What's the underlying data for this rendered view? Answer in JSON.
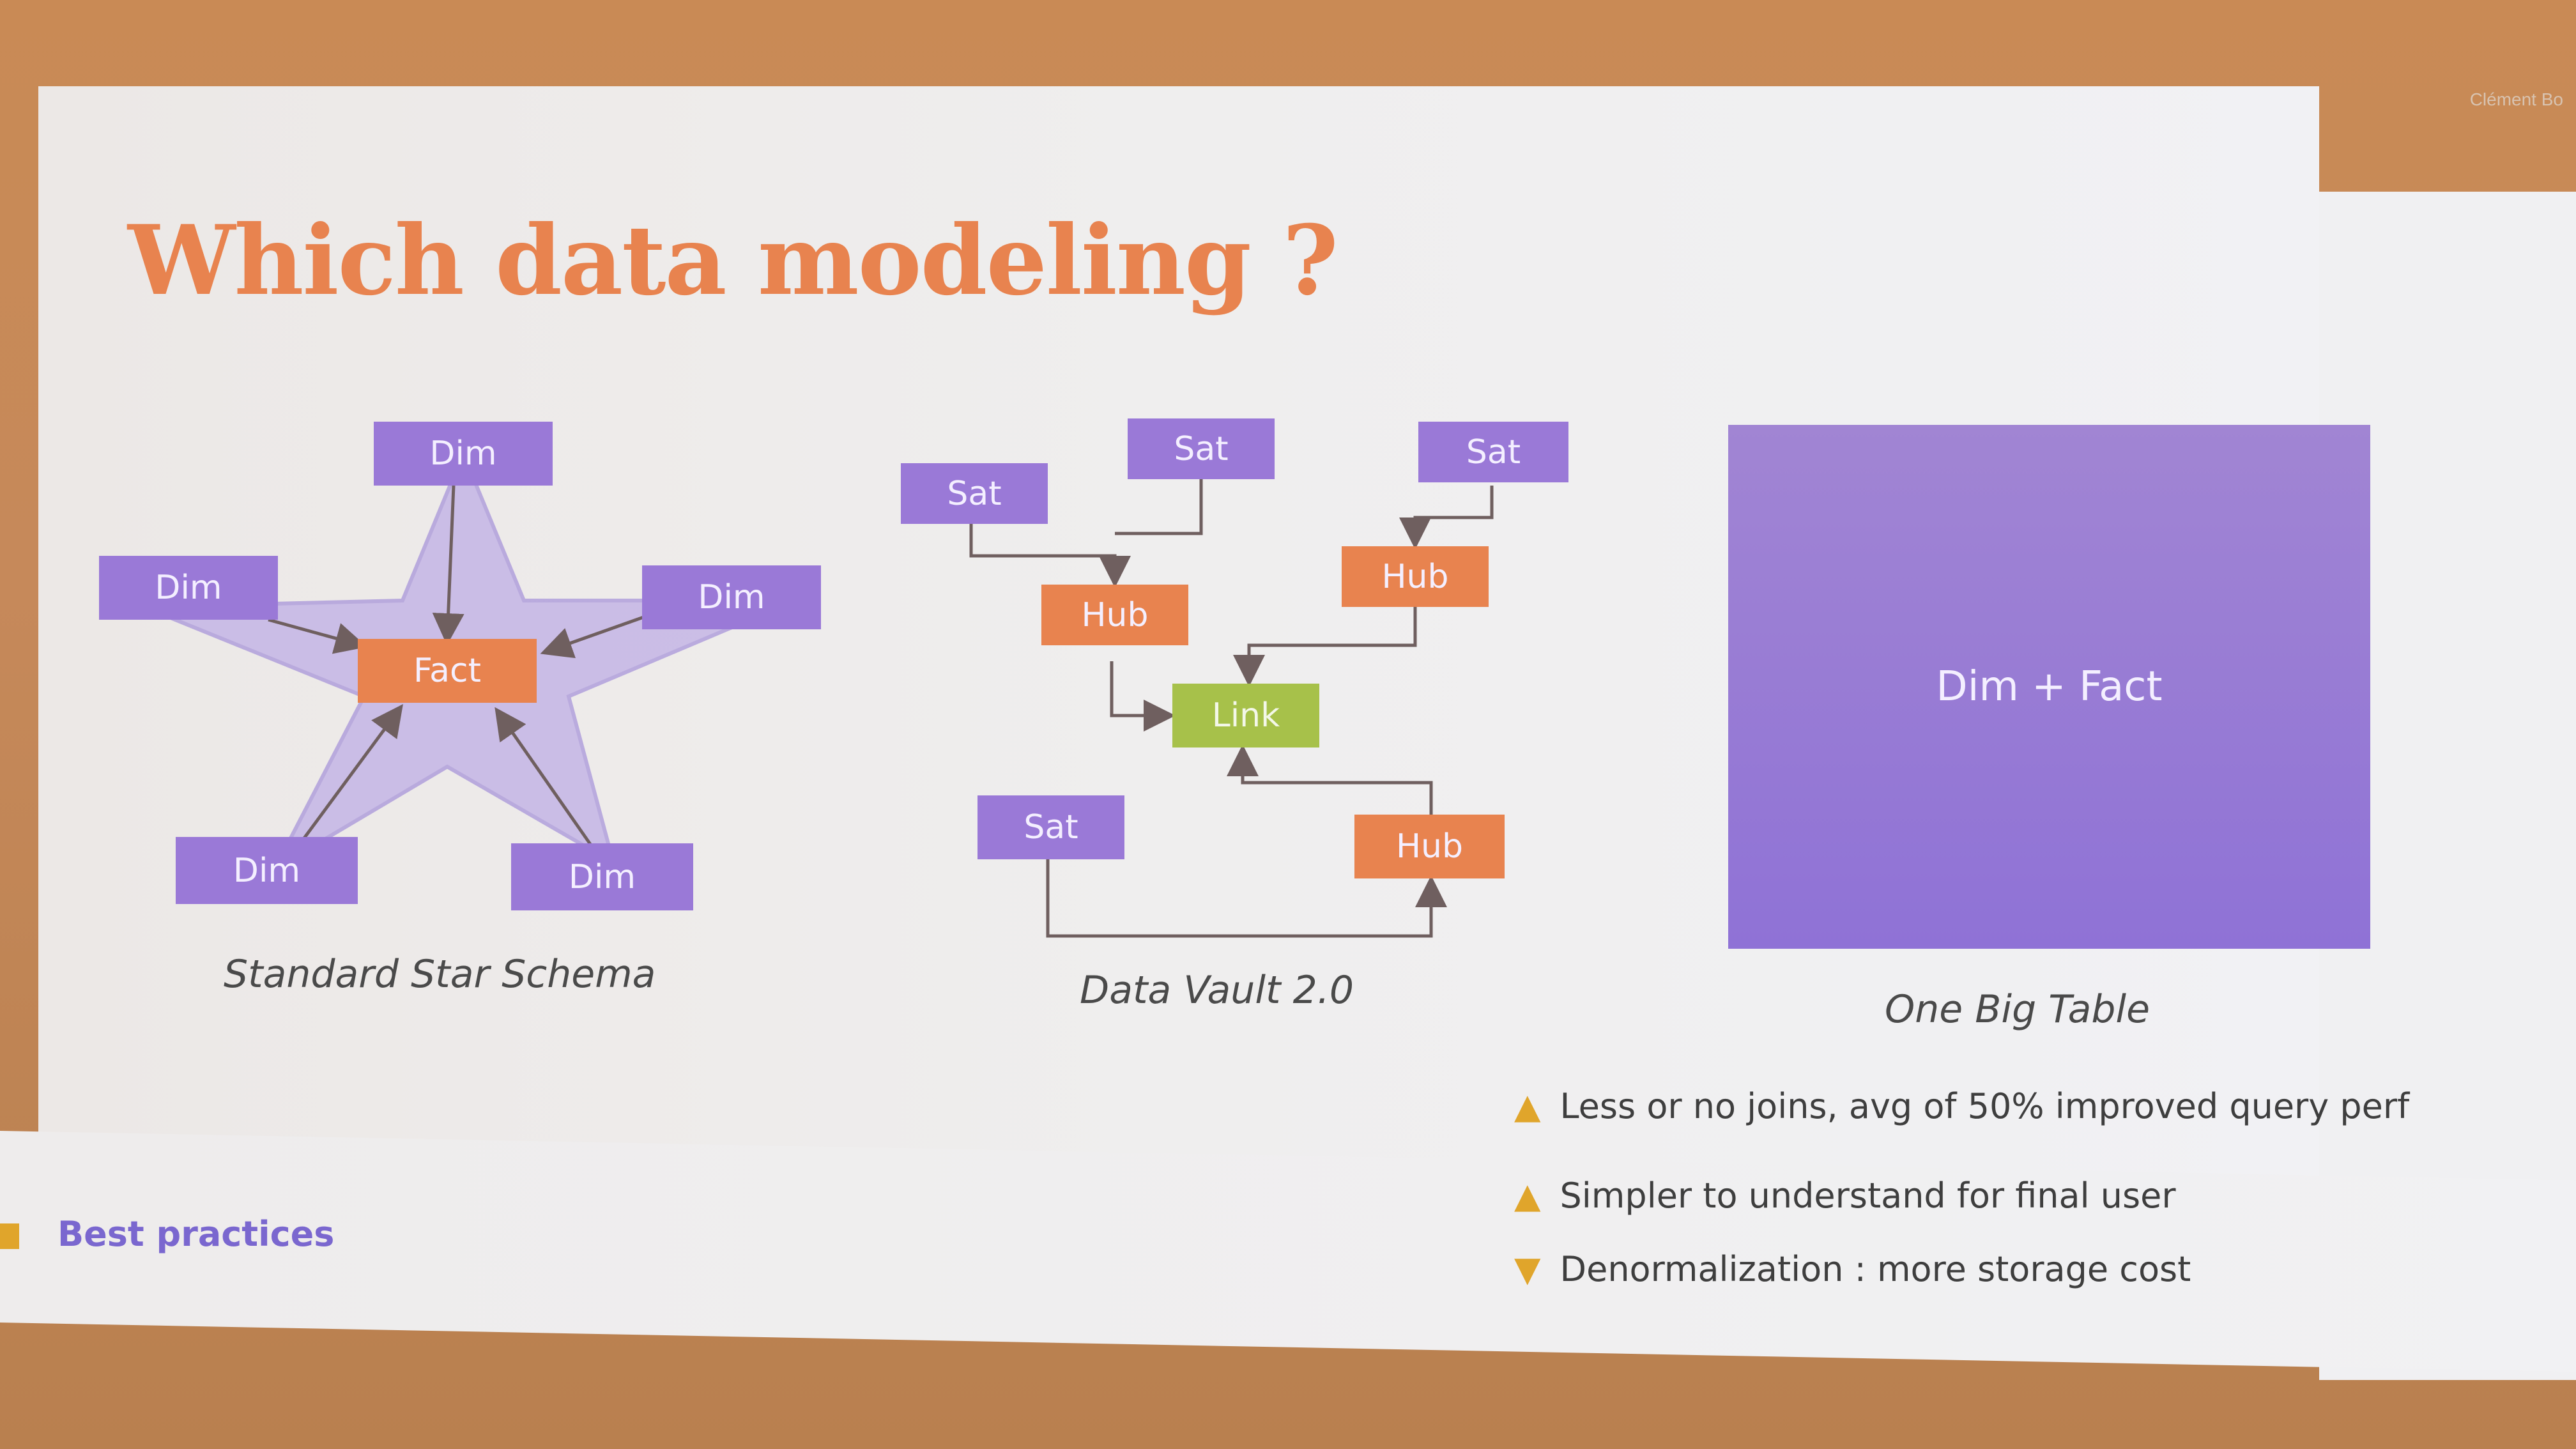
{
  "presenter": "Clément Bo",
  "slide": {
    "title": "Which data modeling ?",
    "star_schema": {
      "center": "Fact",
      "dims": [
        "Dim",
        "Dim",
        "Dim",
        "Dim",
        "Dim"
      ],
      "caption": "Standard Star Schema"
    },
    "data_vault": {
      "sats": [
        "Sat",
        "Sat",
        "Sat",
        "Sat"
      ],
      "hubs": [
        "Hub",
        "Hub",
        "Hub"
      ],
      "link": "Link",
      "caption": "Data Vault 2.0"
    },
    "one_big_table": {
      "label": "Dim + Fact",
      "caption": "One Big Table"
    },
    "bullets": [
      {
        "icon": "thumbs-up-icon",
        "text": "Less or no joins, avg of 50% improved query perf"
      },
      {
        "icon": "thumbs-up-icon",
        "text": "Simpler to understand for final user"
      },
      {
        "icon": "thumbs-down-icon",
        "text": "Denormalization : more storage cost"
      }
    ],
    "footer": "Best practices"
  },
  "colors": {
    "title": "#e8834f",
    "purple_box": "#9a79d7",
    "orange_box": "#e8834f",
    "green_box": "#a7c14a"
  }
}
